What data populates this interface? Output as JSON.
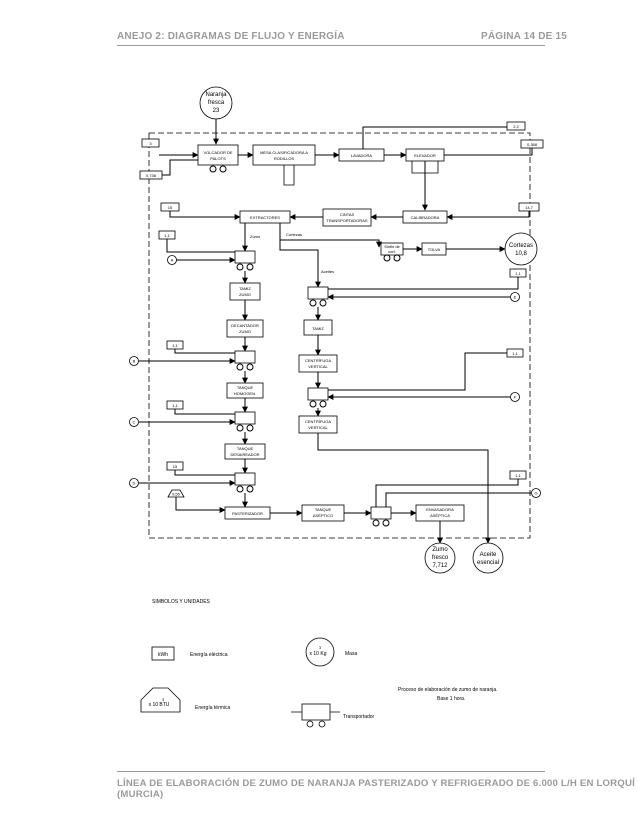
{
  "header": {
    "left": "ANEJO 2: DIAGRAMAS DE FLUJO Y ENERGÍA",
    "right": "PÁGINA 14 DE 15"
  },
  "footer": "LÍNEA DE ELABORACIÓN DE ZUMO DE NARANJA PASTERIZADO Y REFRIGERADO DE 6.000 L/H EN LORQUÍ (MURCIA)",
  "diagram": {
    "input_mass": {
      "line1": "Naranja",
      "line2": "fresca",
      "value": "23"
    },
    "outputs": {
      "cortezas": {
        "line1": "Cortezas",
        "value": "10,8"
      },
      "zumo": {
        "line1": "Zumo",
        "line2": "fresco",
        "value": "7,712"
      },
      "aceite": {
        "line1": "Aceite",
        "line2": "esencial"
      }
    },
    "equipment": {
      "volcador": [
        "VOLCADOR DE",
        "PALOTS"
      ],
      "mesa": [
        "MESA CLASIFICADORA A",
        "RODILLOS"
      ],
      "lavadora": "LAVADORA",
      "elevador": "ELEVADOR",
      "calibradora": "CALIBRADORA",
      "cintas": [
        "CINTAS",
        "TRANSPORTADORAS"
      ],
      "extractores": "EXTRACTORES",
      "tamiz_zumo": [
        "TAMIZ",
        "ZUMO"
      ],
      "decantador": [
        "DECANTADOR",
        "ZUMO"
      ],
      "tanque_homog": [
        "TANQUE",
        "HOMOGEN."
      ],
      "tanque_desair": [
        "TANQUE",
        "DESAIREADOR"
      ],
      "pasterizador": "PASTERIZADOR",
      "tanque_aseptico": [
        "TANQUE",
        "ASÉPTICO"
      ],
      "envasadora": [
        "ENVASADORA",
        "ASÉPTICA"
      ],
      "tamiz": "TAMIZ",
      "centrifuga1": [
        "CENTRÍFUGA",
        "VERTICAL"
      ],
      "centrifuga2": [
        "CENTRÍFUGA",
        "VERTICAL"
      ],
      "tolva": "TOLVA",
      "sinfin": [
        "Sinfin de",
        "cort."
      ]
    },
    "streams": {
      "zumo": "Zumo",
      "cortezas": "Cortezas",
      "aceites": "Aceites"
    },
    "energy_values": {
      "e1": "3",
      "e2": "0,736",
      "e3": "2,2",
      "e4": "0,368",
      "e5": "15",
      "e6": "14,7",
      "e7": "1,1",
      "e8": "1,1",
      "e9": "1,1",
      "e10": "1,1",
      "e11": "1,1",
      "e12": "15",
      "e13": "1,1",
      "e14": "0,55"
    },
    "connectors": {
      "A": "A",
      "B": "B",
      "C": "C",
      "D": "D",
      "E": "E",
      "F": "F",
      "G": "G"
    },
    "legend": {
      "title": "SIMBOLOS Y UNIDADES",
      "kwh": "kWh",
      "kwh_label": "Energía eléctrica",
      "mass_unit": "x 10 Kg",
      "mass_exp": "3",
      "mass_label": "Masa",
      "btu": "x 10 BTU",
      "btu_exp": "3",
      "btu_label": "Energía térmica",
      "conveyor_label": "Transportador",
      "note_line1": "Proceso de elaboración de zumo de naranja.",
      "note_line2": "Base 1 hora."
    }
  }
}
